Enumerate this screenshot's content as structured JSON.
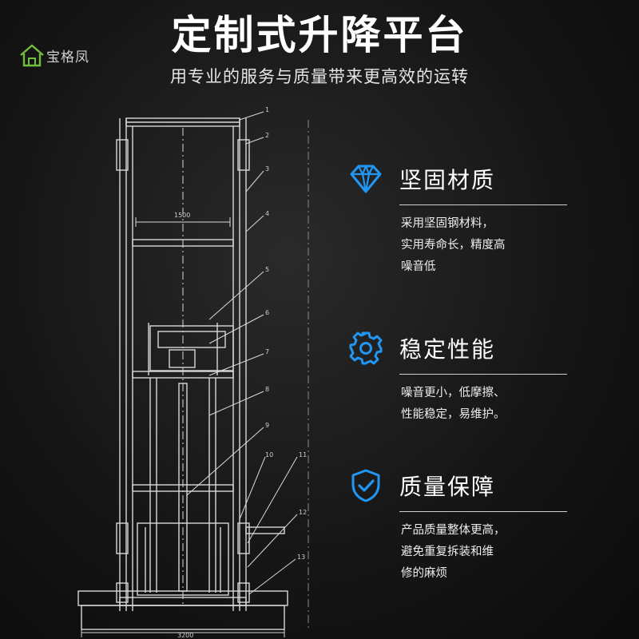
{
  "header": {
    "title": "定制式升降平台",
    "subtitle": "用专业的服务与质量带来更高效的运转"
  },
  "logo": {
    "text": "宝格凤",
    "color": "#6fbf3a"
  },
  "drawing": {
    "dim_top": "1500",
    "dim_bottom": "3200",
    "callouts": [
      "1",
      "2",
      "3",
      "4",
      "5",
      "6",
      "7",
      "8",
      "9",
      "10",
      "11",
      "12",
      "13"
    ]
  },
  "features": [
    {
      "icon": "diamond-icon",
      "title": "坚固材质",
      "lines": [
        "采用坚固钢材料，",
        "实用寿命长，精度高",
        "噪音低"
      ]
    },
    {
      "icon": "gear-icon",
      "title": "稳定性能",
      "lines": [
        "噪音更小，低摩擦、",
        "性能稳定，易维护。"
      ]
    },
    {
      "icon": "shield-check-icon",
      "title": "质量保障",
      "lines": [
        "产品质量整体更高，",
        "避免重复拆装和维",
        "修的麻烦"
      ]
    }
  ],
  "colors": {
    "accent": "#2196f3",
    "line": "#d8d8d8",
    "background": "#161616"
  }
}
